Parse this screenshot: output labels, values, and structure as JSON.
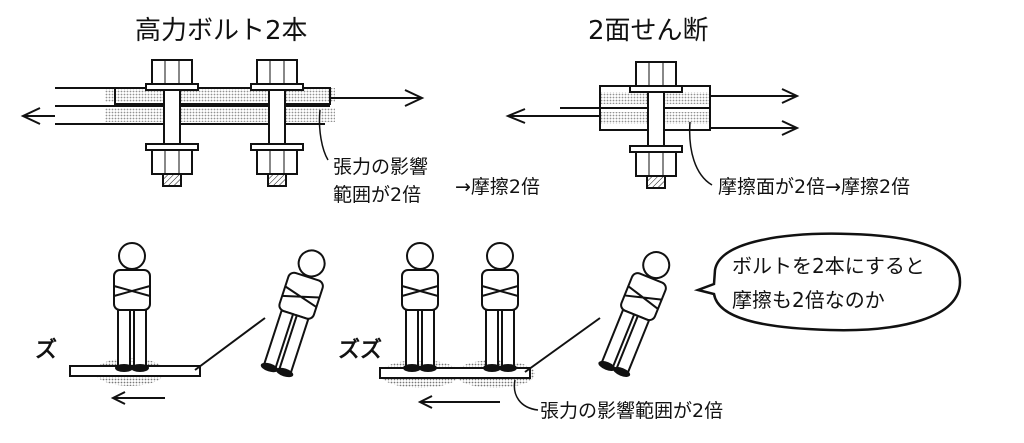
{
  "titles": {
    "two_bolts": "高力ボルト2本",
    "double_shear": "2面せん断"
  },
  "labels": {
    "tension_line1": "張力の影響",
    "tension_line2": "範囲が2倍",
    "tension_result": "→摩擦2倍",
    "friction_surface": "摩擦面が2倍→摩擦2倍",
    "bottom_tension": "張力の影響範囲が2倍"
  },
  "sfx": {
    "slide_one": "ズ",
    "slide_two": "ズズ"
  },
  "speech_bubble": {
    "line1": "ボルトを2本にすると",
    "line2": "摩擦も2倍なのか"
  },
  "colors": {
    "ink": "#111111",
    "screentone": "#9a9a9a"
  }
}
